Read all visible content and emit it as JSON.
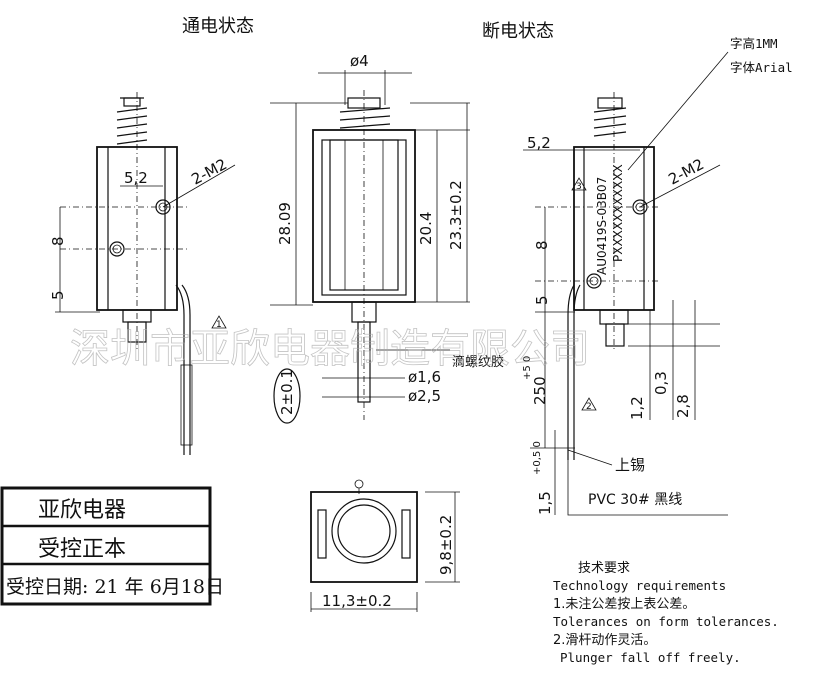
{
  "views": {
    "energized_title": "通电状态",
    "deenergized_title": "断电状态"
  },
  "dimensions": {
    "plunger_diameter": "ø4",
    "spacing_a": "5,2",
    "thread_left": "2-M2",
    "height_total": "28.09",
    "height_body": "20.4",
    "height_frame": "23.3±0.2",
    "left_8": "8",
    "left_5": "5",
    "shaft_d1": "ø1,6",
    "shaft_d2": "ø2,5",
    "stroke": "2±0.1",
    "glue_note": "滴螺纹胶",
    "spacing_b": "5,2",
    "thread_right": "2-M2",
    "right_8": "8",
    "right_5": "5",
    "lead_length": "250",
    "lead_tol": "+5 0",
    "dim_1_2": "1,2",
    "dim_0_3": "0,3",
    "dim_2_8": "2,8",
    "tin": "上锡",
    "tin_length": "1,5",
    "tin_tol": "+0,5 0",
    "wire": "PVC 30#  黑线",
    "top_width": "11,3±0.2",
    "top_height": "9,8±0.2"
  },
  "marking": {
    "font_height": "字高1MM",
    "font_face": "字体Arial",
    "line1": "AU0419S-03B07",
    "line2": "PXXXXXXXXXXX",
    "rev_mark": "3"
  },
  "notes": {
    "heading": "技术要求",
    "heading_en": "Technology    requirements",
    "item1_cn": "1.未注公差按上表公差。",
    "item1_en": "Tolerances on form tolerances.",
    "item2_cn": "2.滑杆动作灵活。",
    "item2_en": "Plunger fall off freely."
  },
  "stamp": {
    "company": "亚欣电器",
    "label": "受控正本",
    "date": "受控日期: 21 年 6月18日"
  },
  "watermark": "深圳市亚欣电器制造有限公司",
  "rev_markers": [
    "1",
    "2"
  ]
}
